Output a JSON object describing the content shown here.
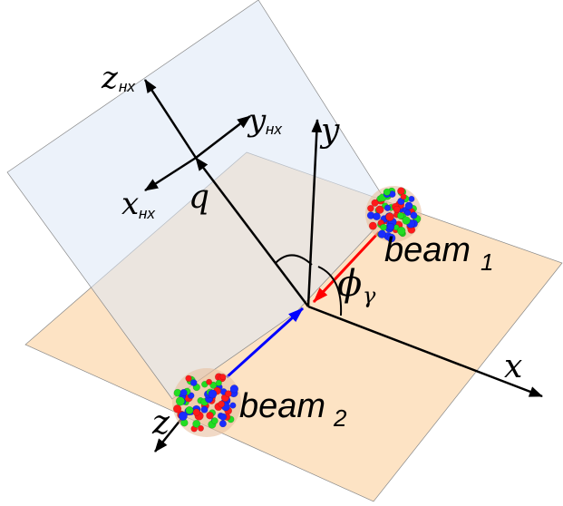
{
  "labels": {
    "z_hx": "z",
    "z_hx_sub": "нх",
    "y_hx": "y",
    "y_hx_sub": "нх",
    "x_hx": "x",
    "x_hx_sub": "нх",
    "q": "q",
    "y": "y",
    "x": "x",
    "z": "z",
    "phi": "ϕ",
    "phi_sub": "γ",
    "beam1": "beam",
    "beam1_sub": "1",
    "beam2": "beam",
    "beam2_sub": "2"
  },
  "colors": {
    "horizontal_plane": "#fde3c4",
    "tilted_plane": "#dce8f5",
    "beam1_arrow": "#ff0000",
    "beam2_arrow": "#0000ff",
    "axes": "#000000",
    "nucleus_colors": [
      "#ff1a1a",
      "#1a2cff",
      "#22dd22"
    ]
  }
}
